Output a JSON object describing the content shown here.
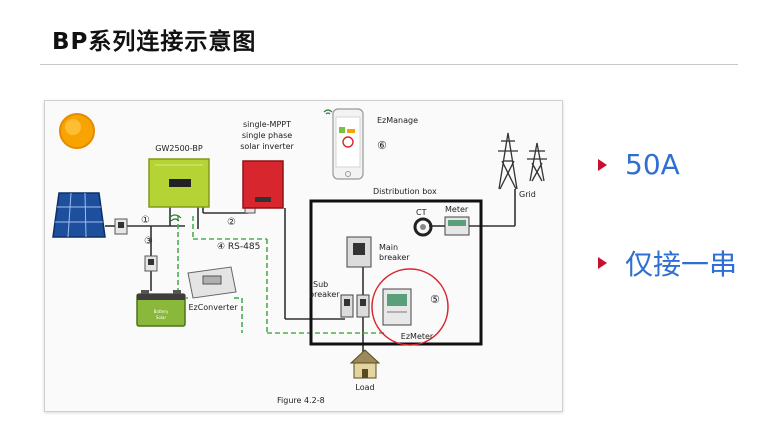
{
  "page": {
    "title": "BP系列连接示意图"
  },
  "diagram": {
    "labels": {
      "inverter": "GW2500-BP",
      "solar_inverter_1": "single-MPPT",
      "solar_inverter_2": "single phase",
      "solar_inverter_3": "solar inverter",
      "app": "EzManage",
      "app_num": "⑥",
      "dist_box": "Distribution box",
      "grid": "Grid",
      "ct": "CT",
      "meter": "Meter",
      "main_breaker_1": "Main",
      "main_breaker_2": "breaker",
      "sub_breaker_1": "Sub",
      "sub_breaker_2": "breaker",
      "n1": "①",
      "n2": "②",
      "n3": "③",
      "n5": "⑤",
      "rs485": "④ RS-485",
      "ezconverter": "EzConverter",
      "ezmeter": "EzMeter",
      "load": "Load",
      "battery_1": "Battery",
      "battery_2": "Solar",
      "figure": "Figure 4.2-8"
    }
  },
  "notes": {
    "item1": "50A",
    "item2": "仅接一串"
  },
  "colors": {
    "accent": "#c8102e",
    "text_blue": "#2f6fd4",
    "inverter_green": "#b5d335",
    "dashed_green": "#4caf50"
  }
}
